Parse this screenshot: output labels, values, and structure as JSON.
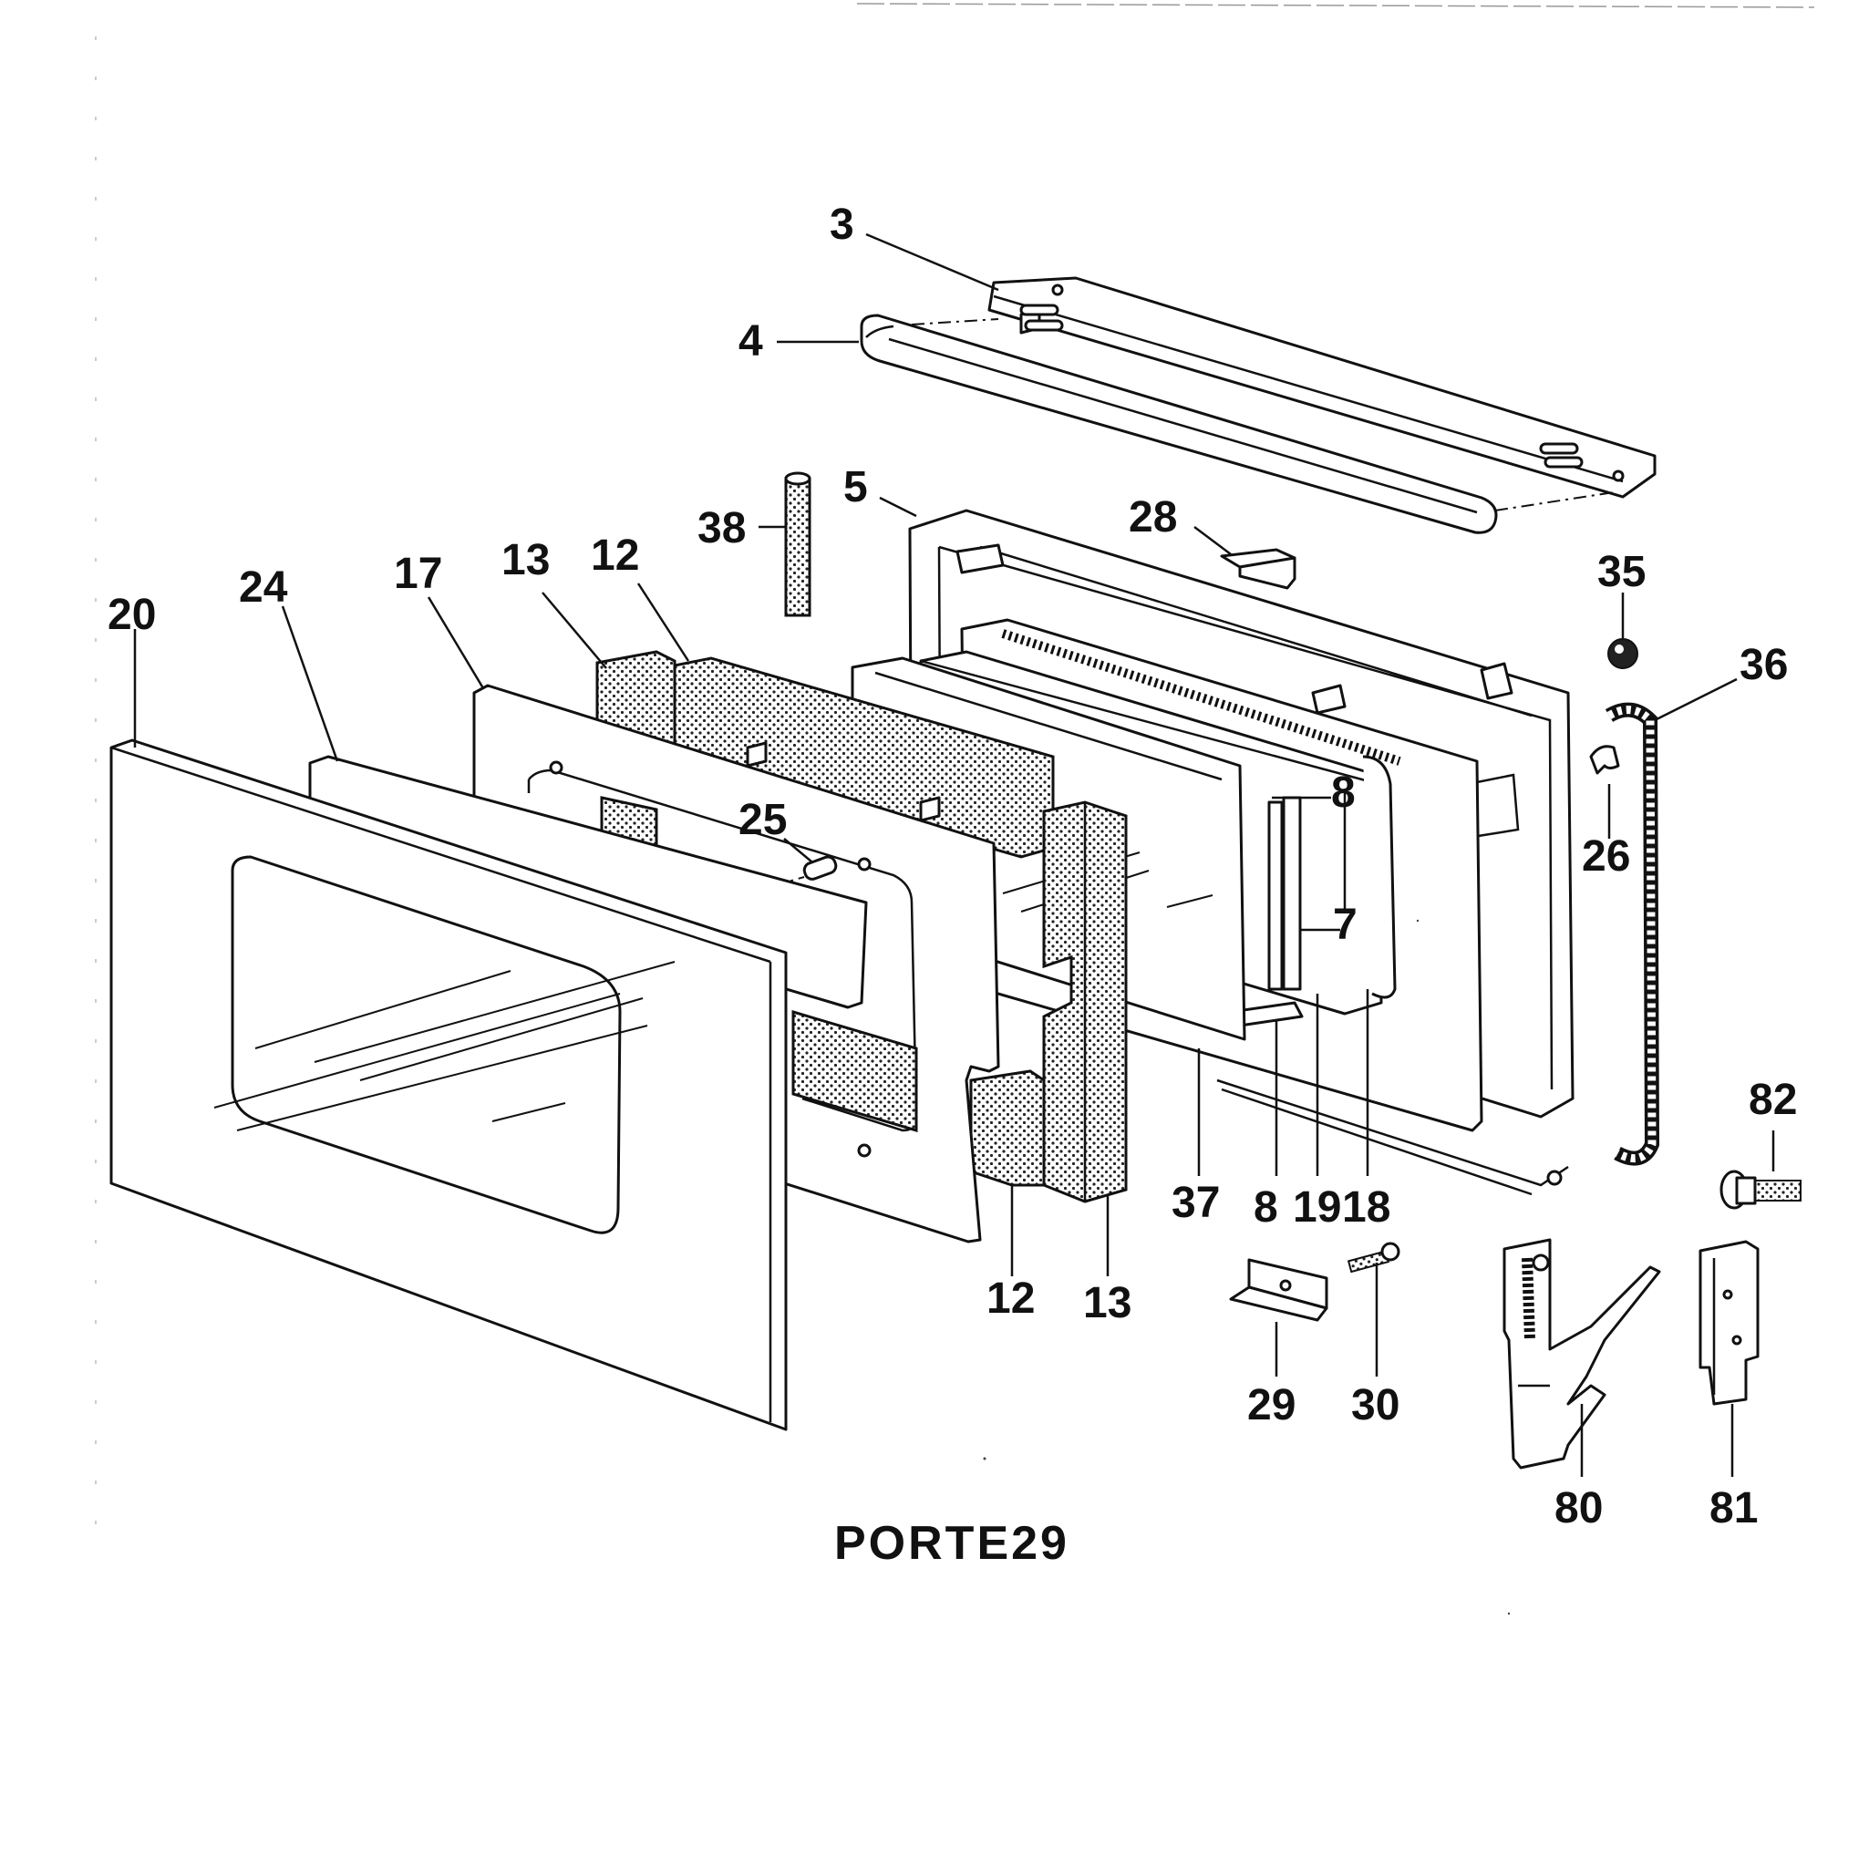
{
  "diagram": {
    "caption": "PORTE29",
    "callouts": {
      "c3": "3",
      "c4": "4",
      "c5": "5",
      "c28": "28",
      "c38": "38",
      "c35": "35",
      "c36": "36",
      "c20": "20",
      "c24": "24",
      "c17": "17",
      "c13a": "13",
      "c12a": "12",
      "c25": "25",
      "c8a": "8",
      "c7": "7",
      "c26": "26",
      "c37": "37",
      "c8b": "8",
      "c19": "19",
      "c18": "18",
      "c12b": "12",
      "c13b": "13",
      "c29": "29",
      "c30": "30",
      "c80": "80",
      "c81": "81",
      "c82": "82"
    }
  }
}
